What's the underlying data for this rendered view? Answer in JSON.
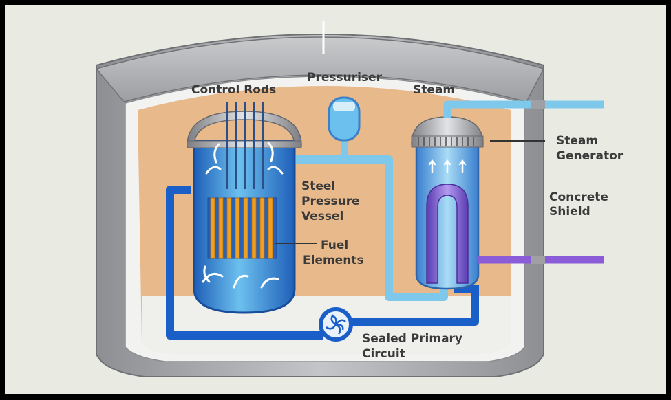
{
  "labels": {
    "control_rods": "Control Rods",
    "pressuriser": "Pressuriser",
    "steam": "Steam",
    "steam_gen_1": "Steam",
    "steam_gen_2": "Generator",
    "steel_1": "Steel",
    "steel_2": "Pressure",
    "steel_3": "Vessel",
    "fuel_1": "Fuel",
    "fuel_2": "Elements",
    "concrete_1": "Concrete",
    "concrete_2": "Shield",
    "sealed_1": "Sealed Primary",
    "sealed_2": "Circuit"
  },
  "colors": {
    "frame_black": "#000000",
    "panel_bg": "#e9eae2",
    "concrete_gray": "#a9abae",
    "interior_orange": "#e8b98b",
    "interior_light": "#f2f2f0",
    "primary_blue": "#1a5fc8",
    "light_blue": "#7ec8ec",
    "vessel_blue": "#4aa2e0",
    "fuel_orange": "#f0a020",
    "hot_purple": "#8a5cd8",
    "label_gray": "#3a3a3a"
  }
}
